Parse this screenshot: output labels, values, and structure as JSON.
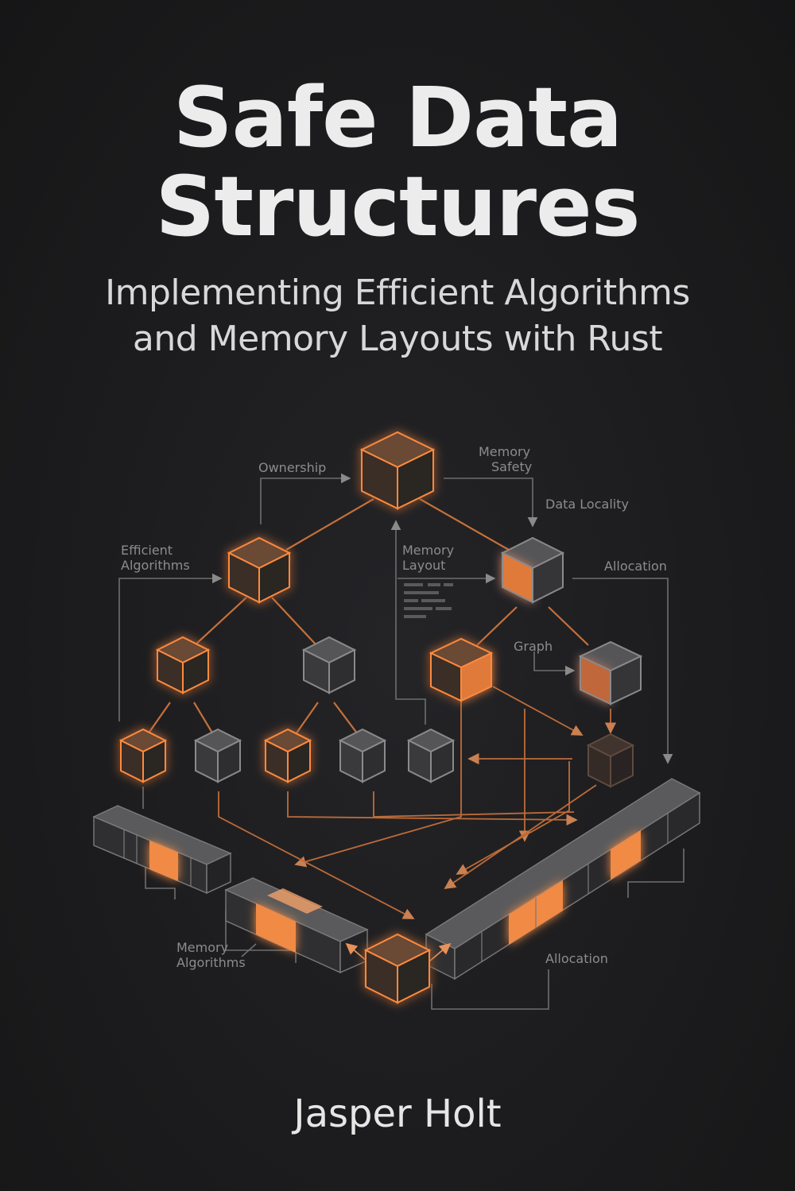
{
  "title": {
    "line1": "Safe Data",
    "line2": "Structures"
  },
  "subtitle": {
    "line1": "Implementing Efficient Algorithms",
    "line2": "and Memory Layouts with Rust"
  },
  "author": "Jasper Holt",
  "diagram_labels": {
    "ownership": "Ownership",
    "memory_safety_1": "Memory",
    "memory_safety_2": "Safety",
    "data_locality": "Data Locality",
    "efficient_algorithms_1": "Efficient",
    "efficient_algorithms_2": "Algorithms",
    "memory_layout_1": "Memory",
    "memory_layout_2": "Layout",
    "allocation_top": "Allocation",
    "graph": "Graph",
    "memory_algorithms_1": "Memory",
    "memory_algorithms_2": "Algorithms",
    "allocation_bottom": "Allocation"
  },
  "colors": {
    "background": "#1c1c1e",
    "accent_orange": "#ff8a3d",
    "dark_cube": "#3a3a3d",
    "text": "#ececec"
  }
}
